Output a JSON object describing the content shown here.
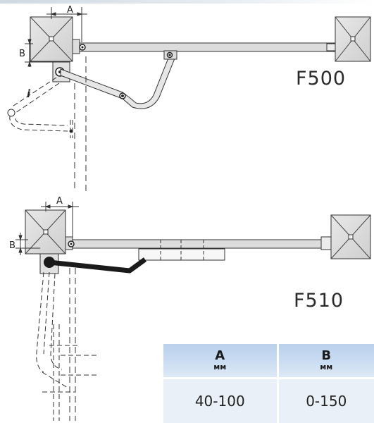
{
  "models": {
    "top": "F500",
    "bottom": "F510"
  },
  "dimensions": {
    "a": "A",
    "b": "B",
    "i": "i"
  },
  "table": {
    "headers": [
      {
        "letter": "A",
        "unit": "мм"
      },
      {
        "letter": "B",
        "unit": "мм"
      }
    ],
    "values": [
      "40-100",
      "0-150"
    ]
  }
}
